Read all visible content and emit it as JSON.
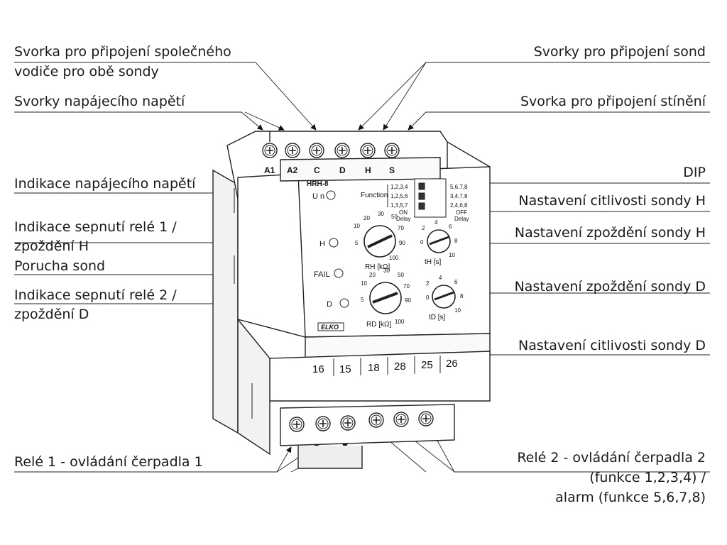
{
  "callouts_left": {
    "common_conductor": [
      "Svorka pro připojení společného",
      "vodiče pro obě sondy"
    ],
    "supply_terminals": "Svorky napájecího napětí",
    "supply_indication": "Indikace napájecího napětí",
    "relay1_indication": [
      "Indikace sepnutí relé 1 /",
      "zpoždění H"
    ],
    "probe_fault": "Porucha sond",
    "relay2_indication": [
      "Indikace sepnutí relé 2 /",
      "zpoždění D"
    ],
    "relay1_pump": "Relé 1 - ovládání čerpadla 1"
  },
  "callouts_right": {
    "probe_terminals": "Svorky pro připojení sond",
    "shield_terminal": "Svorka pro připojení stínění",
    "dip": "DIP",
    "sensitivity_h": "Nastavení citlivosti sondy H",
    "delay_h": "Nastavení zpoždění sondy H",
    "delay_d": "Nastavení zpoždění sondy D",
    "sensitivity_d": "Nastavení citlivosti sondy D",
    "relay2_pump": [
      "Relé 2 - ovládání čerpadla 2",
      "(funkce 1,2,3,4) /",
      "alarm (funkce 5,6,7,8)"
    ]
  },
  "device": {
    "model": "HRH-8",
    "brand": "ELKO",
    "led_un": "U n",
    "led_h": "H",
    "led_fail": "FAIL",
    "led_d": "D",
    "function_label": "Function",
    "function_groups_left": [
      "1,2,3,4",
      "1,2,5,6",
      "1,3,5,7"
    ],
    "function_groups_right": [
      "5,6,7,8",
      "3,4,7,8",
      "2,4,6,8"
    ],
    "dip_on": "ON",
    "dip_on_sub": "Delay",
    "dip_off": "OFF",
    "dip_off_sub": "Delay",
    "rh_label": "RH [kΩ]",
    "rd_label": "RD [kΩ]",
    "th_label": "tH [s]",
    "td_label": "tD [s]",
    "sens_scale": [
      "5",
      "10",
      "20",
      "30",
      "50",
      "70",
      "90",
      "100"
    ],
    "delay_scale": [
      "0",
      "2",
      "4",
      "6",
      "8",
      "10"
    ],
    "top_terminals": [
      "A1",
      "A2",
      "C",
      "D",
      "H",
      "S"
    ],
    "bottom_terminals": [
      "16",
      "15",
      "18",
      "28",
      "25",
      "26"
    ]
  }
}
